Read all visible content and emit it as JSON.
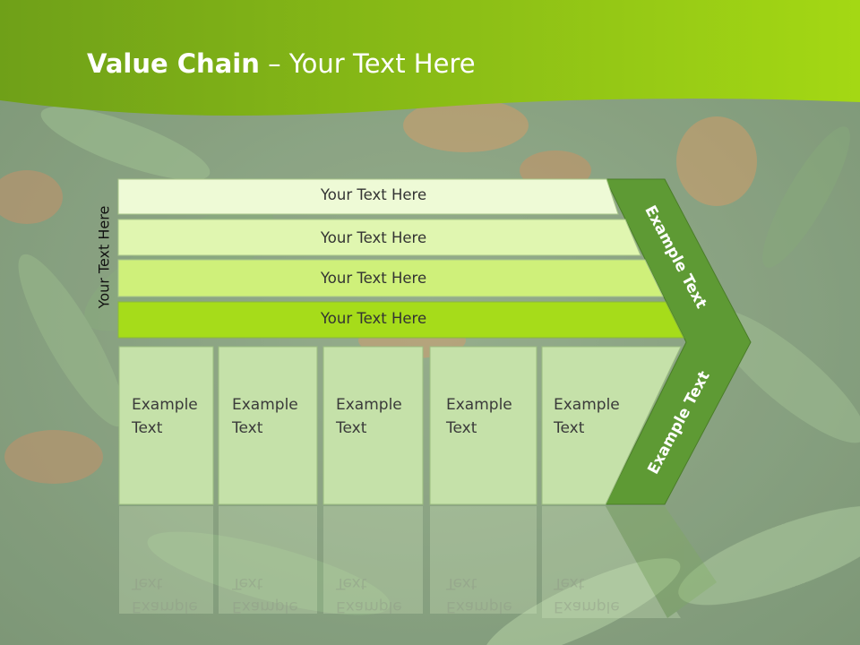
{
  "slide": {
    "title_bold": "Value Chain",
    "title_rest": " – Your Text Here",
    "side_label": "Your Text Here",
    "rows": [
      {
        "label": "Your Text Here",
        "color": "#eefad6"
      },
      {
        "label": "Your Text Here",
        "color": "#e0f6b0"
      },
      {
        "label": "Your Text Here",
        "color": "#cff07a"
      },
      {
        "label": "Your Text Here",
        "color": "#a6dc1a"
      }
    ],
    "boxes": [
      {
        "label": "Example Text"
      },
      {
        "label": "Example Text"
      },
      {
        "label": "Example Text"
      },
      {
        "label": "Example Text"
      },
      {
        "label": "Example Text"
      }
    ],
    "arrow_top_label": "Example Text",
    "arrow_bottom_label": "Example Text"
  },
  "colors": {
    "header_green": "#8cc414",
    "arrow_green": "#5e9a34",
    "box_fill": "#c5e1a9"
  }
}
